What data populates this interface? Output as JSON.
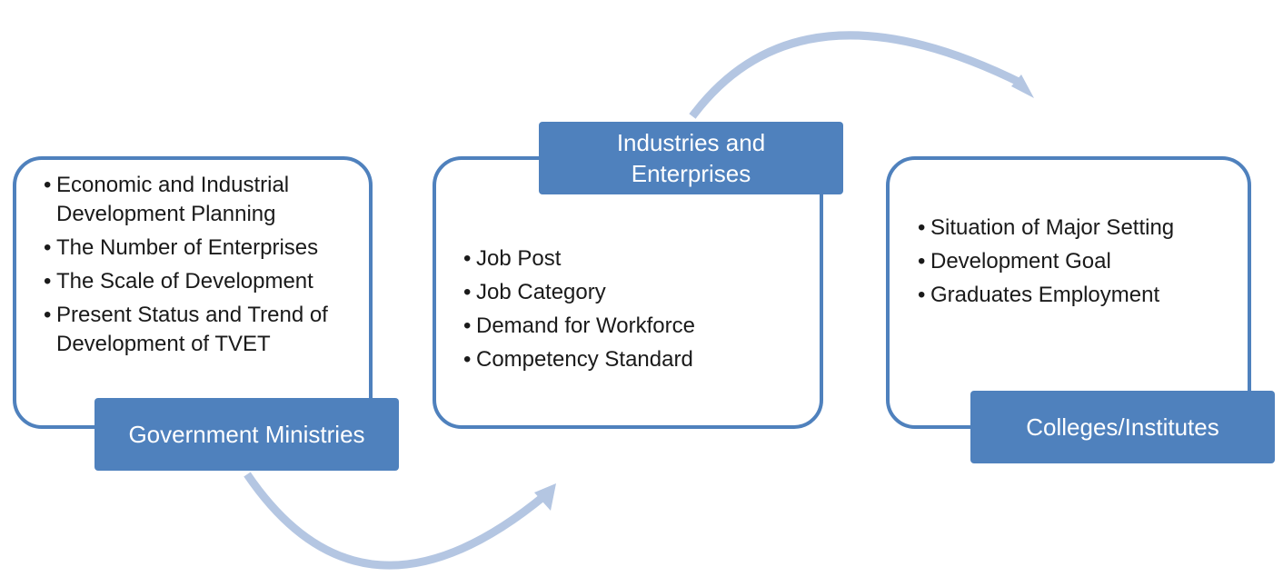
{
  "government": {
    "label": "Government Ministries",
    "items": [
      "Economic and Industrial Development Planning",
      "The Number of Enterprises",
      "The Scale of Development",
      "Present Status and Trend of Development of TVET"
    ]
  },
  "industries": {
    "label": "Industries and Enterprises",
    "items": [
      "Job Post",
      "Job Category",
      "Demand for Workforce",
      "Competency Standard"
    ]
  },
  "colleges": {
    "label": "Colleges/Institutes",
    "items": [
      "Situation of Major Setting",
      "Development Goal",
      "Graduates Employment"
    ]
  },
  "colors": {
    "accent": "#4f81bd",
    "arrow": "#b4c6e2",
    "text": "#1a1a1a"
  }
}
